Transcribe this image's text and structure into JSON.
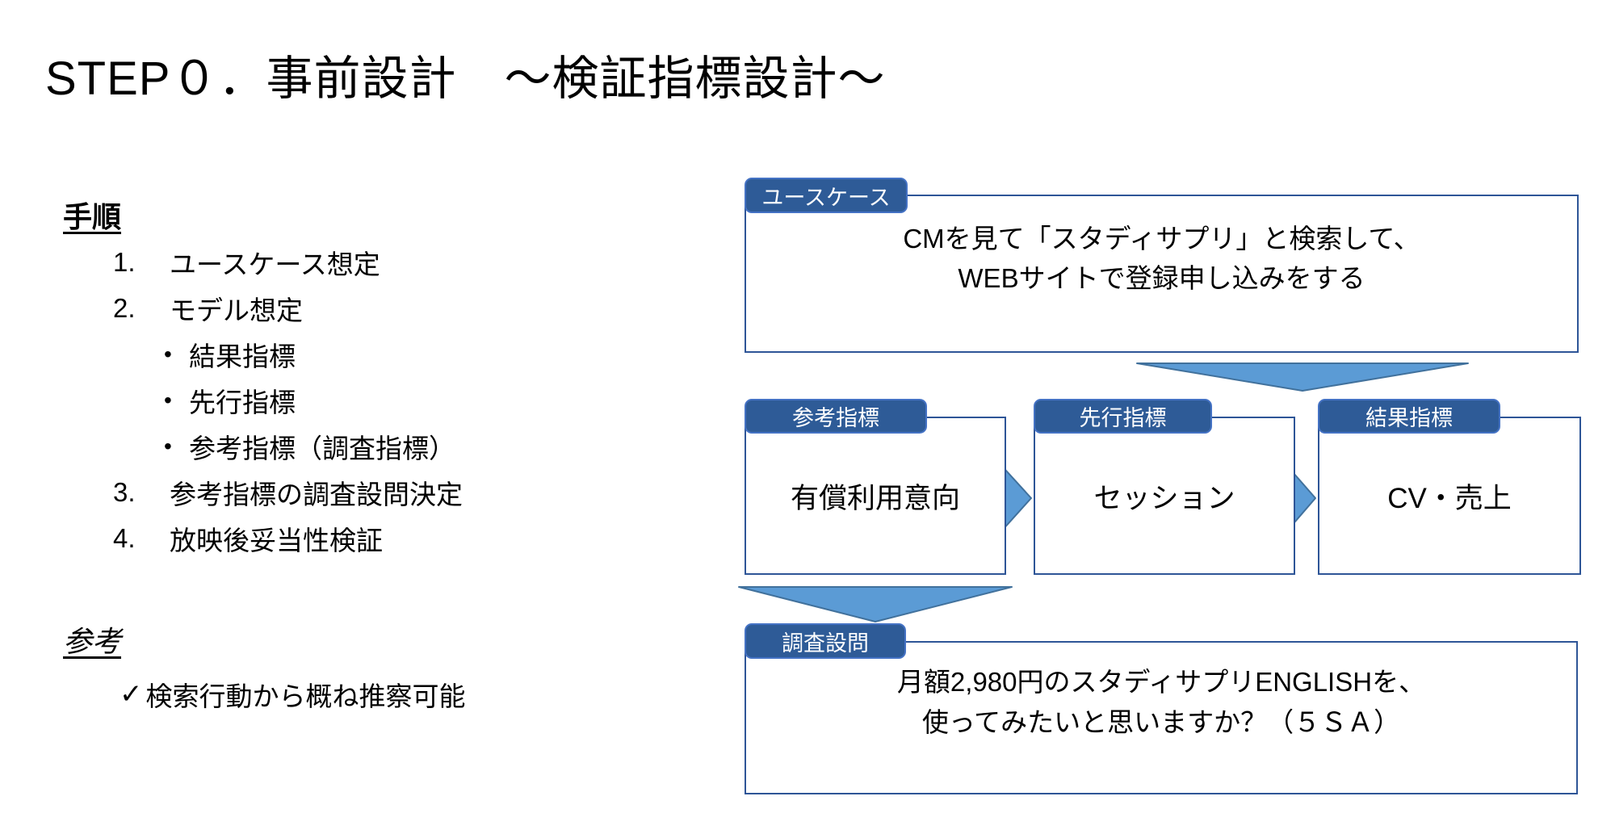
{
  "title": "STEP０．事前設計　～検証指標設計～",
  "colors": {
    "background": "#ffffff",
    "text": "#000000",
    "box_border": "#2E5597",
    "tab_fill": "#2E5B97",
    "tab_border": "#4472C4",
    "tab_text": "#ffffff",
    "arrow_fill": "#5B9BD5",
    "arrow_stroke": "#41719C"
  },
  "left_panel": {
    "procedure_heading": "手順",
    "steps": [
      {
        "marker": "1.",
        "text": "ユースケース想定",
        "level": 1
      },
      {
        "marker": "2.",
        "text": "モデル想定",
        "level": 1
      },
      {
        "marker": "•",
        "text": "結果指標",
        "level": 2
      },
      {
        "marker": "•",
        "text": "先行指標",
        "level": 2
      },
      {
        "marker": "•",
        "text": "参考指標（調査指標）",
        "level": 2
      },
      {
        "marker": "3.",
        "text": "参考指標の調査設問決定",
        "level": 1
      },
      {
        "marker": "4.",
        "text": "放映後妥当性検証",
        "level": 1
      }
    ],
    "reference_heading": "参考",
    "reference_note": {
      "marker": "✓",
      "text": "検索行動から概ね推察可能"
    }
  },
  "diagram": {
    "usecase": {
      "tab": "ユースケース",
      "lines": [
        "CMを見て「スタディサプリ」と検索して、",
        "WEBサイトで登録申し込みをする"
      ]
    },
    "metrics": [
      {
        "tab": "参考指標",
        "text": "有償利用意向"
      },
      {
        "tab": "先行指標",
        "text": "セッション"
      },
      {
        "tab": "結果指標",
        "text": "CV・売上"
      }
    ],
    "survey": {
      "tab": "調査設問",
      "lines": [
        "月額2,980円のスタディサプリENGLISHを、",
        "使ってみたいと思いますか？（５ＳＡ）"
      ]
    }
  }
}
